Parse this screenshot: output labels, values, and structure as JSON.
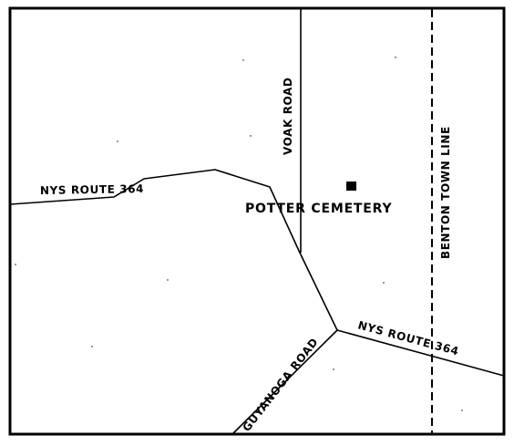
{
  "colors": {
    "ink": "#000000",
    "background": "#ffffff"
  },
  "roads": {
    "route_364_west": {
      "label": "NYS ROUTE 364"
    },
    "route_364_east": {
      "label": "NYS ROUTE 364"
    },
    "voak_road": {
      "label": "VOAK ROAD"
    },
    "guyanoga_road": {
      "label": "GUYANOGA ROAD"
    }
  },
  "boundaries": {
    "benton_town_line": {
      "label": "BENTON TOWN LINE"
    }
  },
  "places": {
    "potter_cemetery": {
      "label": "POTTER CEMETERY",
      "marker": "square-marker-icon"
    }
  }
}
